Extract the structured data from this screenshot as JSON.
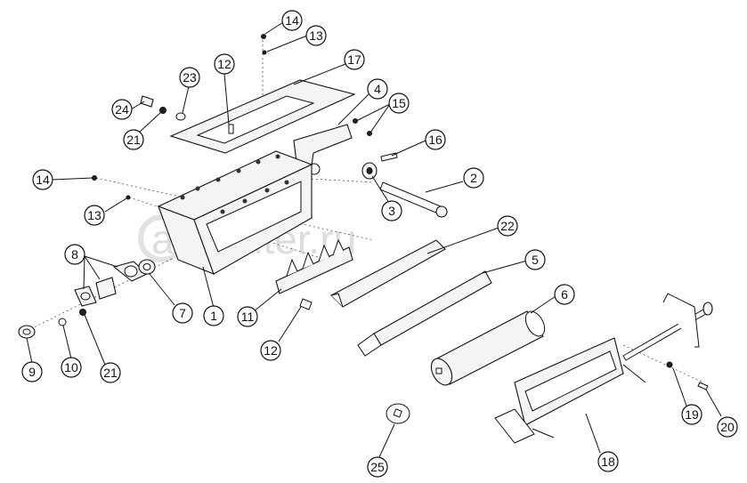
{
  "watermark": {
    "text": "autopiter.ru"
  },
  "callouts": [
    {
      "label": "14"
    },
    {
      "label": "13"
    },
    {
      "label": "17"
    },
    {
      "label": "12"
    },
    {
      "label": "23"
    },
    {
      "label": "24"
    },
    {
      "label": "21"
    },
    {
      "label": "4"
    },
    {
      "label": "15"
    },
    {
      "label": "16"
    },
    {
      "label": "2"
    },
    {
      "label": "3"
    },
    {
      "label": "14"
    },
    {
      "label": "13"
    },
    {
      "label": "22"
    },
    {
      "label": "5"
    },
    {
      "label": "8"
    },
    {
      "label": "7"
    },
    {
      "label": "1"
    },
    {
      "label": "11"
    },
    {
      "label": "12"
    },
    {
      "label": "6"
    },
    {
      "label": "9"
    },
    {
      "label": "10"
    },
    {
      "label": "21"
    },
    {
      "label": "19"
    },
    {
      "label": "20"
    },
    {
      "label": "18"
    },
    {
      "label": "25"
    }
  ]
}
